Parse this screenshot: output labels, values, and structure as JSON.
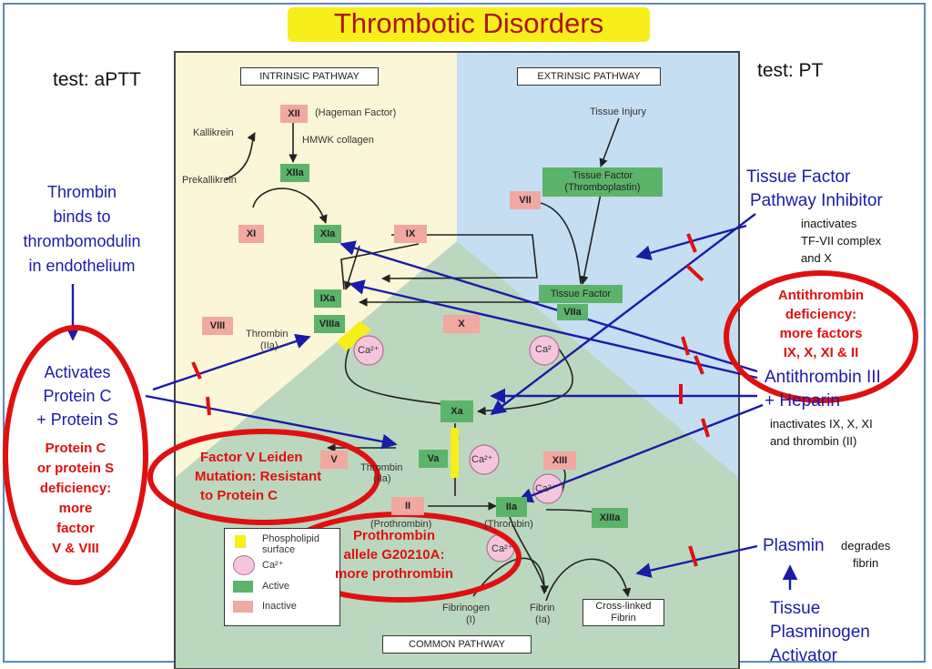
{
  "title": "Thrombotic Disorders",
  "tests": {
    "left": "test: aPTT",
    "right": "test: PT"
  },
  "pathway_headers": {
    "intrinsic": "INTRINSIC PATHWAY",
    "extrinsic": "EXTRINSIC PATHWAY",
    "common": "COMMON PATHWAY"
  },
  "factors": {
    "xii": "XII",
    "hageman": "(Hageman Factor)",
    "kallikrein": "Kallikrein",
    "hmwk": "HMWK collagen",
    "prekallikrein": "Prekallikrein",
    "xiia": "XIIa",
    "xi": "XI",
    "xia": "XIa",
    "ix": "IX",
    "ixa": "IXa",
    "viii": "VIII",
    "viiia": "VIIIa",
    "thrombin_iia": "Thrombin",
    "iia_label": "(IIa)",
    "x": "X",
    "ca1": "Ca²⁺",
    "ca2": "Ca²",
    "tissue_injury": "Tissue Injury",
    "tissue_factor_1": "Tissue Factor",
    "thromboplastin": "(Thromboplastin)",
    "vii": "VII",
    "tissue_factor_2": "Tissue Factor",
    "viia": "VIIa",
    "xa": "Xa",
    "v": "V",
    "va": "Va",
    "thrombin_2": "Thrombin",
    "iia_2": "(IIa)",
    "ca3": "Ca²⁺",
    "xiii": "XIII",
    "ca4": "Ca²⁺",
    "ii": "II",
    "prothrombin": "(Prothrombin)",
    "iia": "IIa",
    "thrombin_3": "(Thrombin)",
    "xiiia": "XIIIa",
    "ca5": "Ca²⁺",
    "fibrinogen": "Fibrinogen",
    "fibrinogen_i": "(I)",
    "fibrin": "Fibrin",
    "fibrin_ia": "(Ia)",
    "crosslinked_1": "Cross-linked",
    "crosslinked_2": "Fibrin"
  },
  "legend": {
    "phospholipid": "Phospholipid",
    "surface": "surface",
    "ca": "Ca²⁺",
    "active": "Active",
    "inactive": "Inactive"
  },
  "annotations": {
    "thrombin_binds": [
      "Thrombin",
      "binds to",
      "thrombomodulin",
      "in endothelium"
    ],
    "activates": [
      "Activates",
      "Protein C",
      "+ Protein S"
    ],
    "protein_c_def": [
      "Protein C",
      "or protein S",
      "deficiency:",
      "more",
      "factor",
      "V & VIII"
    ],
    "factor_v_leiden": [
      "Factor V Leiden",
      "Mutation: Resistant",
      "to Protein C"
    ],
    "prothrombin_allele": [
      "Prothrombin",
      "allele G20210A:",
      "more prothrombin"
    ],
    "tfpi": [
      "Tissue Factor",
      "Pathway Inhibitor"
    ],
    "tfpi_desc": [
      "inactivates",
      "TF-VII complex",
      "and X"
    ],
    "at_def": [
      "Antithrombin",
      "deficiency:",
      "more factors",
      "IX, X, XI & II"
    ],
    "at_heparin": [
      "Antithrombin III",
      "+ Heparin"
    ],
    "at_desc": [
      "inactivates IX, X, XI",
      "and thrombin (II)"
    ],
    "plasmin": "Plasmin",
    "plasmin_desc": [
      "degrades",
      "fibrin"
    ],
    "tpa": [
      "Tissue",
      "Plasminogen",
      "Activator"
    ]
  },
  "colors": {
    "annotation_blue": "#1b1ba8",
    "highlight_red": "#e01010",
    "active_green": "#5cb46a",
    "inactive_pink": "#f0a8a0",
    "title_highlight": "#f7ef1a"
  }
}
